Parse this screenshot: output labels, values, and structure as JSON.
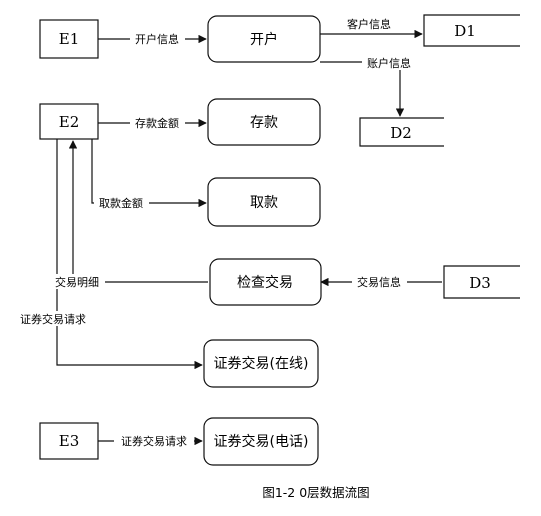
{
  "caption": "图1-2 0层数据流图",
  "entities": {
    "e1": "E1",
    "e2": "E2",
    "e3": "E3"
  },
  "processes": {
    "open_account": "开户",
    "deposit": "存款",
    "withdraw": "取款",
    "check_transactions": "检查交易",
    "securities_online": "证券交易(在线)",
    "securities_phone": "证券交易(电话)"
  },
  "stores": {
    "d1": "D1",
    "d2": "D2",
    "d3": "D3"
  },
  "flows": {
    "open_info": "开户信息",
    "customer_info": "客户信息",
    "account_info": "账户信息",
    "deposit_amount": "存款金额",
    "withdraw_amount": "取款金额",
    "transaction_details": "交易明细",
    "transaction_info": "交易信息",
    "securities_request_e2": "证券交易请求",
    "securities_request_e3": "证券交易请求"
  }
}
